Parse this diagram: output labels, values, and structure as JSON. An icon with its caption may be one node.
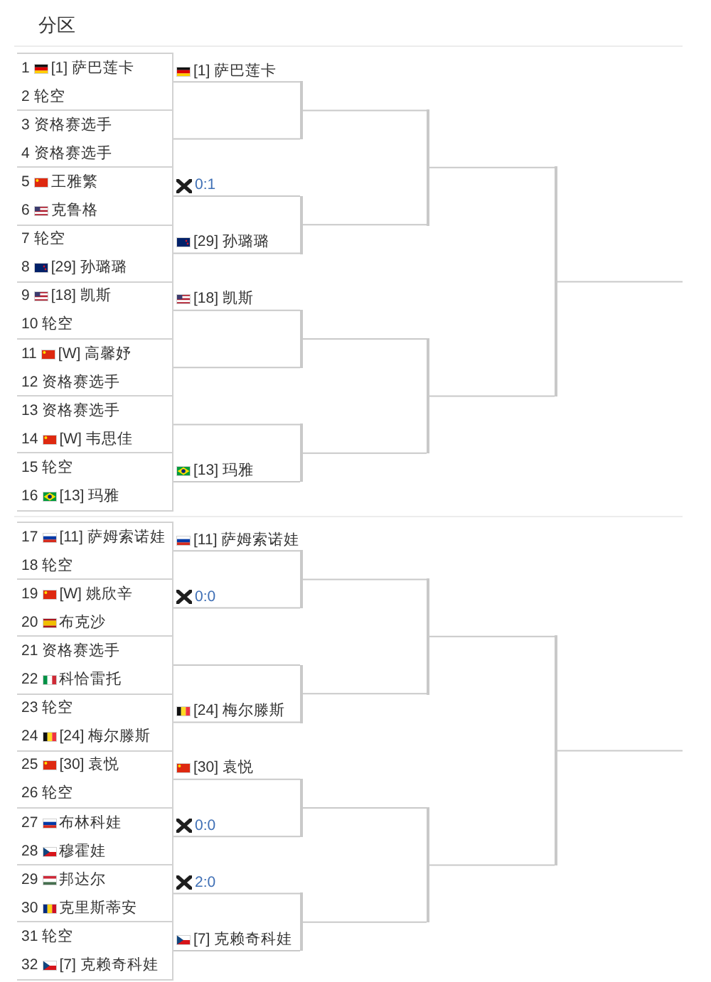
{
  "diagram": {
    "title": "分区",
    "nodes": [
      {
        "text": [
          "1",
          "[1] 萨巴莲卡",
          "2",
          "轮空"
        ]
      },
      {
        "text": [
          "3",
          "资格赛选手",
          "4",
          "资格赛选手"
        ]
      },
      {
        "text": [
          "5",
          "王雅繁",
          "6",
          "克鲁格"
        ]
      },
      {
        "text": [
          "7",
          "轮空",
          "8",
          "[29] 孙璐璐"
        ]
      },
      {
        "text": [
          "9",
          "[18] 凯斯",
          "10",
          "轮空"
        ]
      },
      {
        "text": [
          "11",
          "[W] 高馨妤",
          "12",
          "资格赛选手"
        ]
      },
      {
        "text": [
          "13",
          "资格赛选手",
          "14",
          "[W] 韦思佳"
        ]
      },
      {
        "text": [
          "15",
          "轮空",
          "16",
          "[13] 玛雅"
        ]
      },
      {
        "text": [
          "17",
          "[11] 萨姆索诺娃",
          "18",
          "轮空"
        ]
      },
      {
        "text": [
          "19",
          "[W] 姚欣辛",
          "20",
          "布克沙"
        ]
      },
      {
        "text": [
          "21",
          "资格赛选手",
          "22",
          "科恰雷托"
        ]
      },
      {
        "text": [
          "23",
          "轮空",
          "24",
          "[24] 梅尔滕斯"
        ]
      },
      {
        "text": [
          "25",
          "[30] 袁悦",
          "26",
          "轮空"
        ]
      },
      {
        "text": [
          "27",
          "布林科娃",
          "28",
          "穆霍娃"
        ]
      },
      {
        "text": [
          "29",
          "邦达尔",
          "30",
          "克里斯蒂安"
        ]
      },
      {
        "text": [
          "31",
          "轮空",
          "32",
          "[7] 克赖奇科娃"
        ]
      },
      {
        "text": [],
        "shape": "bar"
      },
      {
        "text": [],
        "shape": "bar"
      },
      {
        "text": [],
        "shape": "bar"
      },
      {
        "text": [],
        "shape": "bar"
      },
      {
        "text": [],
        "shape": "bar"
      },
      {
        "text": [],
        "shape": "bar"
      },
      {
        "text": [],
        "shape": "bar"
      },
      {
        "text": [],
        "shape": "bar"
      },
      {
        "text": [],
        "shape": "bar"
      },
      {
        "text": [],
        "shape": "bar"
      },
      {
        "text": [],
        "shape": "bar"
      },
      {
        "text": [],
        "shape": "bar"
      },
      {
        "text": [],
        "shape": "bar"
      },
      {
        "text": [],
        "shape": "bar"
      }
    ],
    "edges": [
      {
        "from": 0,
        "to": 16,
        "arrow": "none",
        "label": "[1] 萨巴莲卡"
      },
      {
        "from": 1,
        "to": 16,
        "arrow": "none"
      },
      {
        "from": 2,
        "to": 17,
        "arrow": "none",
        "label": "0:1"
      },
      {
        "from": 3,
        "to": 17,
        "arrow": "none",
        "label": "[29] 孙璐璐"
      },
      {
        "from": 4,
        "to": 18,
        "arrow": "none",
        "label": "[18] 凯斯"
      },
      {
        "from": 5,
        "to": 18,
        "arrow": "none"
      },
      {
        "from": 6,
        "to": 19,
        "arrow": "none"
      },
      {
        "from": 7,
        "to": 19,
        "arrow": "none",
        "label": "[13] 玛雅"
      },
      {
        "from": 8,
        "to": 20,
        "arrow": "none",
        "label": "[11] 萨姆索诺娃"
      },
      {
        "from": 9,
        "to": 20,
        "arrow": "none",
        "label": "0:0"
      },
      {
        "from": 10,
        "to": 21,
        "arrow": "none"
      },
      {
        "from": 11,
        "to": 21,
        "arrow": "none",
        "label": "[24] 梅尔滕斯"
      },
      {
        "from": 12,
        "to": 22,
        "arrow": "none",
        "label": "[30] 袁悦"
      },
      {
        "from": 13,
        "to": 22,
        "arrow": "none",
        "label": "0:0"
      },
      {
        "from": 14,
        "to": 23,
        "arrow": "none",
        "label": "2:0"
      },
      {
        "from": 15,
        "to": 23,
        "arrow": "none",
        "label": "[7] 克赖奇科娃"
      },
      {
        "from": 16,
        "to": 24,
        "arrow": "none"
      },
      {
        "from": 17,
        "to": 24,
        "arrow": "none"
      },
      {
        "from": 18,
        "to": 25,
        "arrow": "none"
      },
      {
        "from": 19,
        "to": 25,
        "arrow": "none"
      },
      {
        "from": 20,
        "to": 26,
        "arrow": "none"
      },
      {
        "from": 21,
        "to": 26,
        "arrow": "none"
      },
      {
        "from": 22,
        "to": 27,
        "arrow": "none"
      },
      {
        "from": 23,
        "to": 27,
        "arrow": "none"
      },
      {
        "from": 24,
        "to": 28,
        "arrow": "none"
      },
      {
        "from": 25,
        "to": 28,
        "arrow": "none"
      },
      {
        "from": 26,
        "to": 29,
        "arrow": "none"
      },
      {
        "from": 27,
        "to": 29,
        "arrow": "none"
      },
      {
        "from": 28,
        "to": null,
        "arrow": "none"
      },
      {
        "from": 29,
        "to": null,
        "arrow": "none"
      }
    ]
  }
}
